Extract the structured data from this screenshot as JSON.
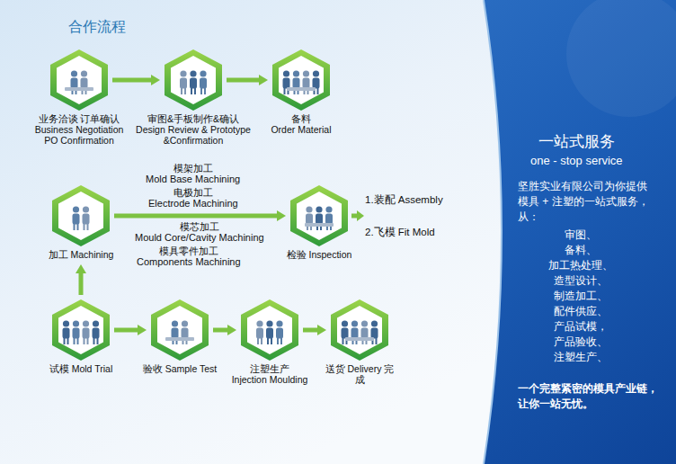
{
  "diagram": {
    "title": "合作流程",
    "nodes": [
      {
        "text": [
          "业务洽谈 订单确认",
          "Business Negotiation PO Confirmation"
        ]
      },
      {
        "text": [
          "审图&手板制作&确认",
          "Design Review & Prototype &Confirmation"
        ]
      },
      {
        "text": [
          "备料",
          "Order Material"
        ]
      },
      {
        "text": [
          "加工 Machining"
        ]
      },
      {
        "text": [
          "检验 Inspection"
        ]
      },
      {
        "text": [
          "试模 Mold Trial"
        ]
      },
      {
        "text": [
          "验收 Sample Test"
        ]
      },
      {
        "text": [
          "注塑生产",
          "Injection Moulding"
        ]
      },
      {
        "text": [
          "送货 Delivery 完成"
        ]
      }
    ],
    "edges": [
      {
        "from": 0,
        "to": 1,
        "arrow": "to"
      },
      {
        "from": 1,
        "to": 2,
        "arrow": "to"
      },
      {
        "from": 3,
        "to": 4,
        "arrow": "to"
      },
      {
        "from": 5,
        "to": 3,
        "arrow": "to"
      },
      {
        "from": 5,
        "to": 6,
        "arrow": "to"
      },
      {
        "from": 6,
        "to": 7,
        "arrow": "to"
      },
      {
        "from": 7,
        "to": 8,
        "arrow": "to"
      }
    ],
    "labels": [
      "模架加工",
      "Mold Base Machining",
      "电极加工",
      "Electrode Machining",
      "模芯加工",
      "Mould Core/Cavity Machining",
      "模具零件加工",
      "Components Machining",
      "1.装配 Assembly",
      "2.飞模 Fit Mold",
      "一站式服务",
      "one - stop service",
      "坚胜实业有限公司为你提供 模具 + 注塑的一站式服务， 从：",
      "审图、",
      "备料、",
      "加工热处理、",
      "造型设计、",
      "制造加工、",
      "配件供应、",
      "产品试模，",
      "产品验收、",
      "注塑生产、",
      "一个完整紧密的模具产业链， 让你一站无忧。"
    ]
  }
}
